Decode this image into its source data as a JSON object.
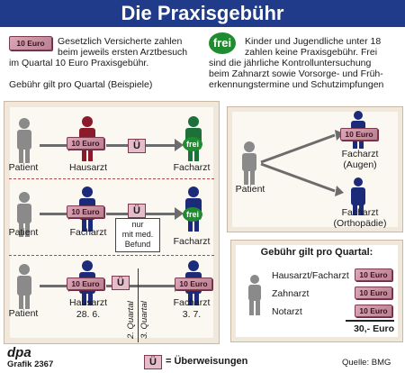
{
  "title": "Die Praxisgebühr",
  "intro": {
    "euro_badge": "10 Euro",
    "text_left_line1": "Gesetzlich Versicherte zahlen",
    "text_left_line2": "beim jeweils ersten Arztbesuch",
    "text_left_line3": "im Quartal 10 Euro Praxisgebühr.",
    "frei_badge": "frei",
    "text_right_line1": "Kinder und Jugendliche unter 18",
    "text_right_line2": "zahlen keine Praxisgebühr. Frei",
    "text_right_line3": "sind die jährliche Kontrolluntersuchung",
    "text_right_line4": "beim Zahnarzt sowie Vorsorge- und Früh-",
    "text_right_line5": "erkennungstermine und Schutzimpfungen",
    "subtitle": "Gebühr gilt pro Quartal  (Beispiele)"
  },
  "example1": {
    "patient": "Patient",
    "doc1": "Hausarzt",
    "fee": "10 Euro",
    "referral": "Ü",
    "doc2": "Facharzt",
    "frei": "frei"
  },
  "example2": {
    "patient": "Patient",
    "doc1": "Facharzt",
    "fee": "10 Euro",
    "referral": "Ü",
    "note_line1": "nur",
    "note_line2": "mit med.",
    "note_line3": "Befund",
    "doc2": "Facharzt",
    "frei": "frei"
  },
  "example3": {
    "patient": "Patient",
    "doc1": "Hausarzt",
    "date1": "28. 6.",
    "fee1": "10 Euro",
    "referral": "Ü",
    "quartal2": "2. Quartal",
    "quartal3": "3. Quartal",
    "doc2": "Facharzt",
    "date2": "3. 7.",
    "fee2": "10 Euro"
  },
  "right_example": {
    "patient": "Patient",
    "doc1_line1": "Facharzt",
    "doc1_line2": "(Augen)",
    "doc2_line1": "Facharzt",
    "doc2_line2": "(Orthopädie)",
    "fee": "10 Euro"
  },
  "quarter_box": {
    "heading": "Gebühr gilt pro Quartal:",
    "item1": "Hausarzt/Facharzt",
    "item2": "Zahnarzt",
    "item3": "Notarzt",
    "fee": "10 Euro",
    "total": "30,- Euro"
  },
  "footer": {
    "agency": "dpa",
    "grafik": "Grafik 2367",
    "legend_symbol": "Ü",
    "legend_text": "= Überweisungen",
    "source": "Quelle: BMG"
  },
  "colors": {
    "title_bg": "#1f3b8a",
    "doctor_blue": "#1c2a7a",
    "doctor_red": "#8b1a2b",
    "doctor_green": "#1e6f3a",
    "patient_gray": "#8a8a8a",
    "frei_green": "#1e8c2f",
    "euro_pink": "#c9909f"
  }
}
